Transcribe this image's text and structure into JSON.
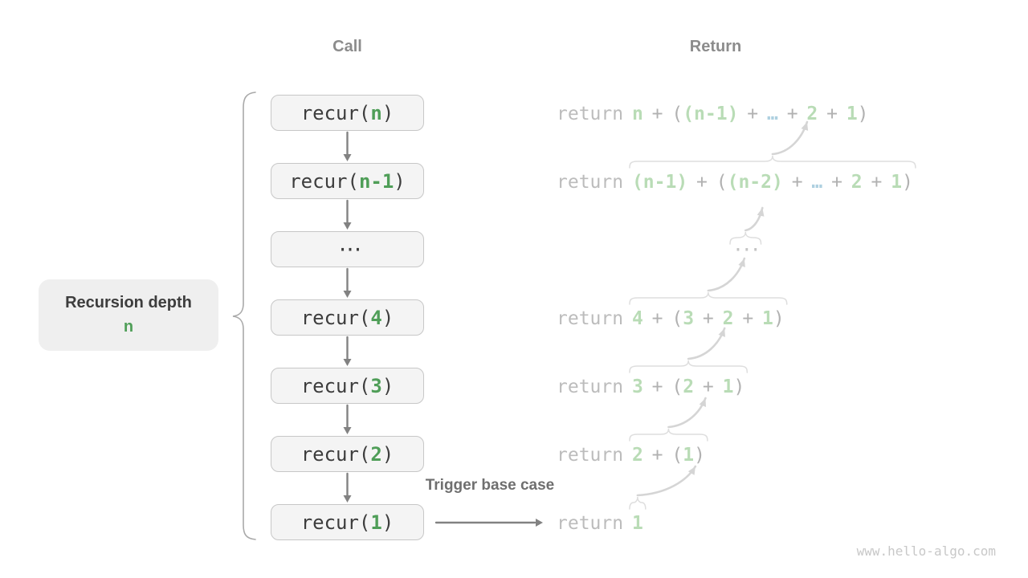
{
  "page": {
    "watermark": "www.hello-algo.com"
  },
  "headers": {
    "call": "Call",
    "return": "Return"
  },
  "depth_label": {
    "line1": "Recursion depth",
    "value": "n"
  },
  "trigger_label": "Trigger base case",
  "call_boxes": [
    {
      "tokens": [
        {
          "t": "recur(",
          "c": "dark"
        },
        {
          "t": "n",
          "c": "green"
        },
        {
          "t": ")",
          "c": "dark"
        }
      ]
    },
    {
      "tokens": [
        {
          "t": "recur(",
          "c": "dark"
        },
        {
          "t": "n-1",
          "c": "green"
        },
        {
          "t": ")",
          "c": "dark"
        }
      ]
    },
    {
      "tokens": [
        {
          "t": "···",
          "c": "dots-dark"
        }
      ]
    },
    {
      "tokens": [
        {
          "t": "recur(",
          "c": "dark"
        },
        {
          "t": "4",
          "c": "green"
        },
        {
          "t": ")",
          "c": "dark"
        }
      ]
    },
    {
      "tokens": [
        {
          "t": "recur(",
          "c": "dark"
        },
        {
          "t": "3",
          "c": "green"
        },
        {
          "t": ")",
          "c": "dark"
        }
      ]
    },
    {
      "tokens": [
        {
          "t": "recur(",
          "c": "dark"
        },
        {
          "t": "2",
          "c": "green"
        },
        {
          "t": ")",
          "c": "dark"
        }
      ]
    },
    {
      "tokens": [
        {
          "t": "recur(",
          "c": "dark"
        },
        {
          "t": "1",
          "c": "green"
        },
        {
          "t": ")",
          "c": "dark"
        }
      ]
    }
  ],
  "return_rows": [
    {
      "tokens": [
        {
          "t": "return ",
          "c": "kw"
        },
        {
          "t": "n",
          "c": "g"
        },
        {
          "t": " + ",
          "c": "op"
        },
        {
          "t": "(",
          "c": "op"
        },
        {
          "t": "(n-1)",
          "c": "g"
        },
        {
          "t": " + ",
          "c": "op"
        },
        {
          "t": "…",
          "c": "b"
        },
        {
          "t": " + ",
          "c": "op"
        },
        {
          "t": "2",
          "c": "g"
        },
        {
          "t": " + ",
          "c": "op"
        },
        {
          "t": "1",
          "c": "g"
        },
        {
          "t": ")",
          "c": "op"
        }
      ]
    },
    {
      "tokens": [
        {
          "t": "return ",
          "c": "kw"
        },
        {
          "t": "(n-1)",
          "c": "g"
        },
        {
          "t": " + ",
          "c": "op"
        },
        {
          "t": "(",
          "c": "op"
        },
        {
          "t": "(n-2)",
          "c": "g"
        },
        {
          "t": " + ",
          "c": "op"
        },
        {
          "t": "…",
          "c": "b"
        },
        {
          "t": " + ",
          "c": "op"
        },
        {
          "t": "2",
          "c": "g"
        },
        {
          "t": " + ",
          "c": "op"
        },
        {
          "t": "1",
          "c": "g"
        },
        {
          "t": ")",
          "c": "op"
        }
      ]
    },
    {
      "tokens": [
        {
          "t": "···",
          "c": "dots"
        }
      ]
    },
    {
      "tokens": [
        {
          "t": "return ",
          "c": "kw"
        },
        {
          "t": "4",
          "c": "g"
        },
        {
          "t": " + ",
          "c": "op"
        },
        {
          "t": "(",
          "c": "op"
        },
        {
          "t": "3",
          "c": "g"
        },
        {
          "t": " + ",
          "c": "op"
        },
        {
          "t": "2",
          "c": "g"
        },
        {
          "t": " + ",
          "c": "op"
        },
        {
          "t": "1",
          "c": "g"
        },
        {
          "t": ")",
          "c": "op"
        }
      ]
    },
    {
      "tokens": [
        {
          "t": "return ",
          "c": "kw"
        },
        {
          "t": "3",
          "c": "g"
        },
        {
          "t": " + ",
          "c": "op"
        },
        {
          "t": "(",
          "c": "op"
        },
        {
          "t": "2",
          "c": "g"
        },
        {
          "t": " + ",
          "c": "op"
        },
        {
          "t": "1",
          "c": "g"
        },
        {
          "t": ")",
          "c": "op"
        }
      ]
    },
    {
      "tokens": [
        {
          "t": "return ",
          "c": "kw"
        },
        {
          "t": "2",
          "c": "g"
        },
        {
          "t": " + ",
          "c": "op"
        },
        {
          "t": "(",
          "c": "op"
        },
        {
          "t": "1",
          "c": "g"
        },
        {
          "t": ")",
          "c": "op"
        }
      ]
    },
    {
      "tokens": [
        {
          "t": "return ",
          "c": "kw"
        },
        {
          "t": "1",
          "c": "g"
        }
      ]
    }
  ],
  "colors": {
    "background": "#ffffff",
    "accent_green": "#4f9e58",
    "pale_green": "#b9dcb6",
    "pale_blue": "#aed0e0",
    "dark_text": "#3d3d3d",
    "header_gray": "#8c8c8c",
    "trigger_gray": "#6f6f6f",
    "keyword_gray": "#bcbcbc",
    "operator_gray": "#b1b1b1",
    "dots_gray": "#c3c3c3",
    "box_fill": "#f4f4f4",
    "box_border": "#c7c7c7",
    "label_fill": "#efefef",
    "arrow_dark": "#828282",
    "arrow_light": "#d5d5d5",
    "brace_light": "#dedede",
    "brace_left": "#a9a9a9",
    "watermark_gray": "#c8c8c8"
  }
}
